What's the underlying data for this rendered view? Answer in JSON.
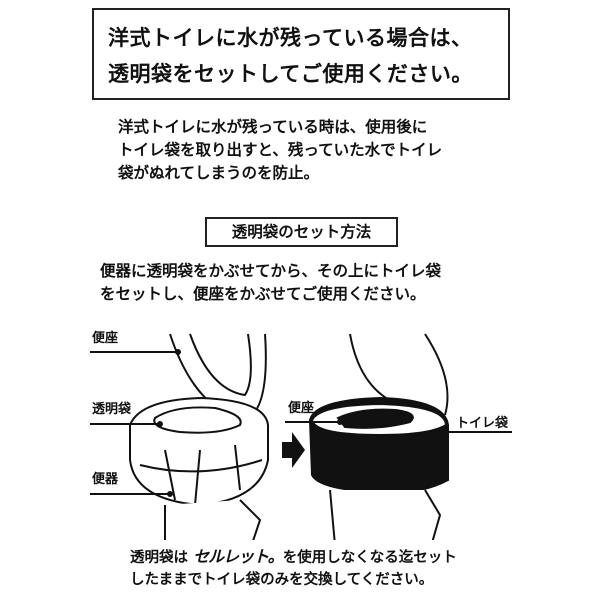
{
  "title": {
    "line1": "洋式トイレに水が残っている場合は、",
    "line2": "透明袋をセットしてご使用ください。"
  },
  "intro": {
    "line1": "洋式トイレに水が残っている時は、使用後に",
    "line2": "トイレ袋を取り出すと、残っていた水でトイレ",
    "line3": "袋がぬれてしまうのを防止。"
  },
  "method": {
    "heading": "透明袋のセット方法",
    "line1": "便器に透明袋をかぶせてから、その上にトイレ袋",
    "line2": "をセットし、便座をかぶせてご使用ください。"
  },
  "diagram": {
    "left_labels": {
      "seat": "便座",
      "clear_bag": "透明袋",
      "bowl": "便器"
    },
    "right_labels": {
      "seat": "便座",
      "toilet_bag": "トイレ袋"
    }
  },
  "note": {
    "prefix": "透明袋は",
    "brand": "セルレット。",
    "suffix": "を使用しなくなる迄セット",
    "line2": "したままでトイレ袋のみを交換してください。"
  }
}
